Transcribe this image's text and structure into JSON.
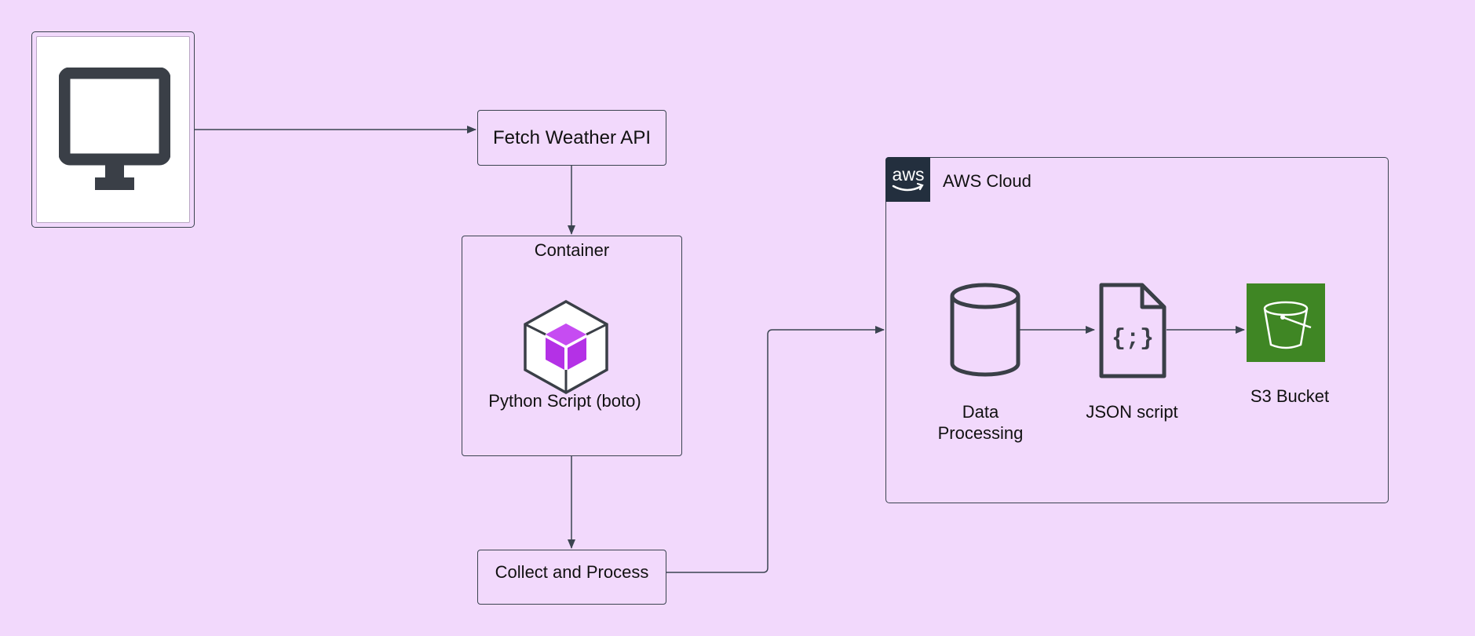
{
  "nodes": {
    "computer": {
      "icon": "monitor-icon"
    },
    "fetch": {
      "label": "Fetch Weather API"
    },
    "container": {
      "title": "Container",
      "icon": "python-cube-icon",
      "script_label": "Python Script (boto)"
    },
    "collect": {
      "label": "Collect and Process"
    },
    "aws": {
      "title": "AWS Cloud",
      "logo_icon": "aws-logo-icon",
      "data_processing": {
        "label": "Data Processing",
        "icon": "database-icon"
      },
      "json_script": {
        "label": "JSON script",
        "icon": "json-file-icon"
      },
      "s3_bucket": {
        "label": "S3 Bucket",
        "icon": "s3-bucket-icon"
      }
    }
  },
  "colors": {
    "background": "#f2d9fc",
    "stroke": "#3b4450",
    "icon_dark": "#232f3e",
    "cube_accent": "#c03bf0",
    "s3_green": "#3f8624"
  }
}
